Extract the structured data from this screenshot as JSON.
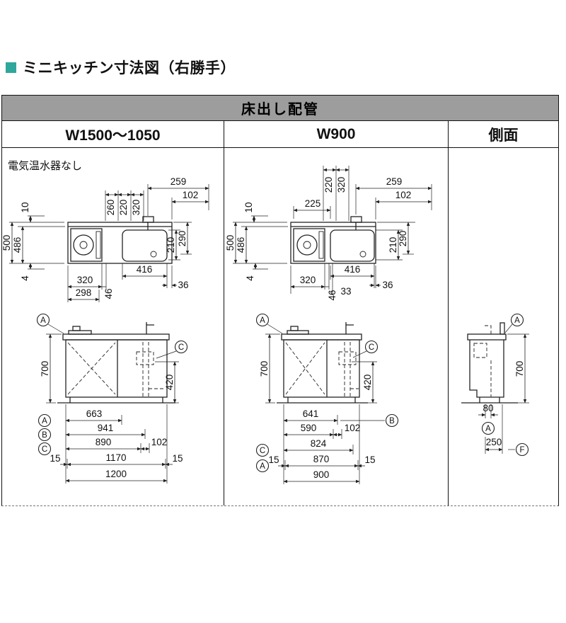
{
  "page": {
    "title": "ミニキッチン寸法図（右勝手）",
    "accent": "#2fa79b"
  },
  "table": {
    "header": "床出し配管",
    "col_w1500": "W1500～1050",
    "col_w900": "W900",
    "col_side": "側面"
  },
  "w1500": {
    "note": "電気温水器なし",
    "plan": {
      "d259": "259",
      "d102": "102",
      "d260": "260",
      "d220": "220",
      "d320_top": "320",
      "d10": "10",
      "d500": "500",
      "d486": "486",
      "d210": "210",
      "d290": "290",
      "d4": "4",
      "d320": "320",
      "d298": "298",
      "d46": "46",
      "d416": "416",
      "d36": "36"
    },
    "front": {
      "d700": "700",
      "d420": "420",
      "mark_top": "A",
      "mark_side": "C",
      "row_a_mark": "A",
      "row_a": "663",
      "row_b_mark": "B",
      "row_b": "941",
      "row_c_mark": "C",
      "row_c": "890",
      "row_c2": "102",
      "row_d_left": "15",
      "row_d": "1170",
      "row_d_right": "15",
      "row_e": "1200"
    }
  },
  "w900": {
    "plan": {
      "d220": "220",
      "d320_top": "320",
      "d259": "259",
      "d225": "225",
      "d102": "102",
      "d10": "10",
      "d500": "500",
      "d486": "486",
      "d210": "210",
      "d290": "290",
      "d4": "4",
      "d320": "320",
      "d46": "46",
      "d33": "33",
      "d416": "416",
      "d36": "36"
    },
    "front": {
      "d700": "700",
      "d420": "420",
      "mark_top": "A",
      "mark_side": "C",
      "row_a": "641",
      "row_a_mark": "B",
      "row_b": "590",
      "row_b2": "102",
      "row_c_mark": "C",
      "row_c": "824",
      "row_d_mark": "A",
      "row_d_left": "15",
      "row_d": "870",
      "row_d_right": "15",
      "row_e": "900"
    }
  },
  "side": {
    "mark_top": "A",
    "d700": "700",
    "d80": "80",
    "mark_80": "A",
    "d250": "250",
    "mark_250": "F"
  }
}
